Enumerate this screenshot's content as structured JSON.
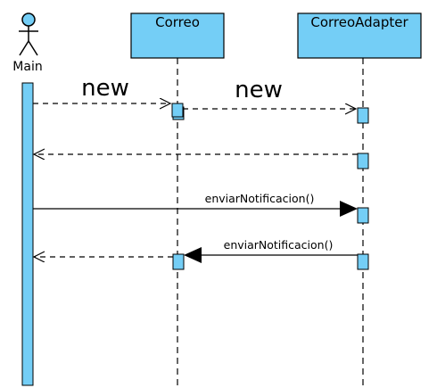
{
  "colors": {
    "box_fill": "#74CEF6",
    "stroke": "#000000",
    "background": "#FFFFFF"
  },
  "actor": {
    "name": "Main",
    "icon": "stick-figure-actor-icon"
  },
  "participants": [
    {
      "name": "Correo"
    },
    {
      "name": "CorreoAdapter"
    }
  ],
  "messages": [
    {
      "label": "new",
      "style": "dashed",
      "arrow": "open"
    },
    {
      "label": "new",
      "style": "dashed",
      "arrow": "open"
    },
    {
      "label": "",
      "style": "dashed",
      "arrow": "open",
      "type": "return"
    },
    {
      "label": "enviarNotificacion()",
      "style": "solid",
      "arrow": "filled"
    },
    {
      "label": "enviarNotificacion()",
      "style": "solid",
      "arrow": "filled"
    },
    {
      "label": "",
      "style": "dashed",
      "arrow": "open",
      "type": "return"
    }
  ]
}
